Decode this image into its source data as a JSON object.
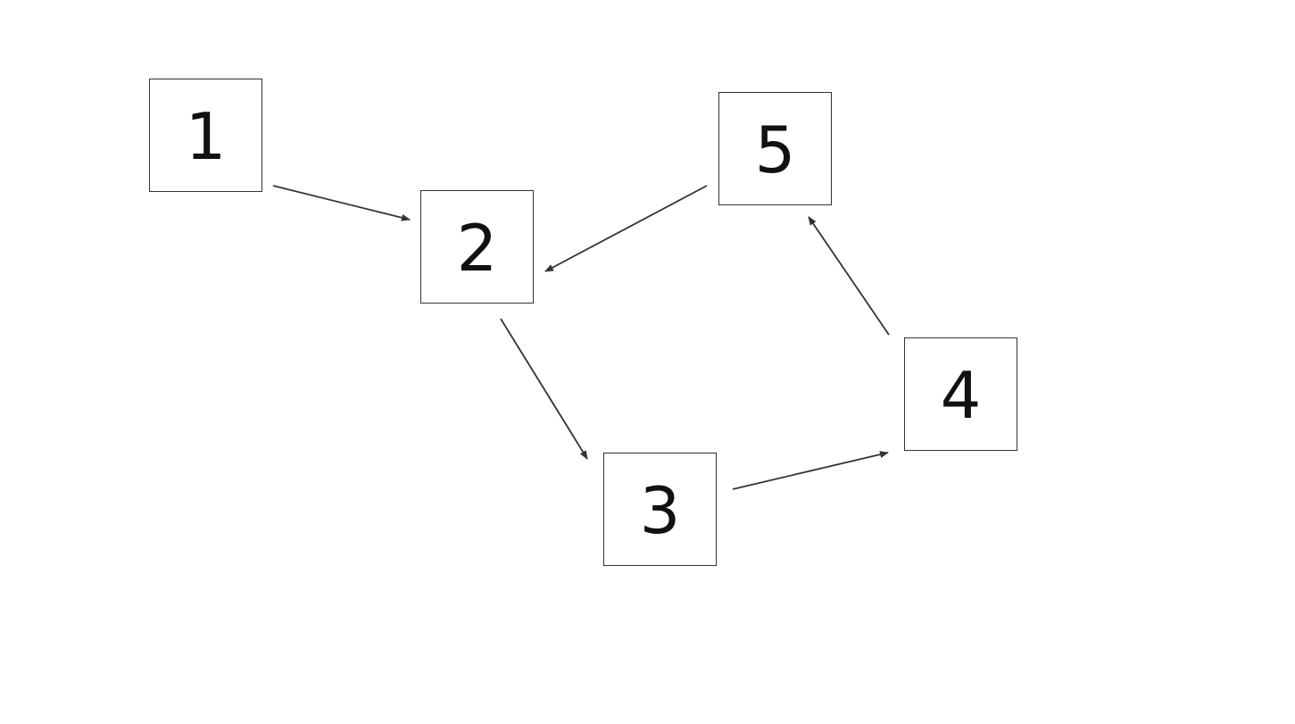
{
  "nodes": [
    {
      "id": "1",
      "label": "1"
    },
    {
      "id": "2",
      "label": "2"
    },
    {
      "id": "3",
      "label": "3"
    },
    {
      "id": "4",
      "label": "4"
    },
    {
      "id": "5",
      "label": "5"
    }
  ],
  "edges": [
    {
      "from": "1",
      "to": "2"
    },
    {
      "from": "2",
      "to": "3"
    },
    {
      "from": "3",
      "to": "4"
    },
    {
      "from": "4",
      "to": "5"
    },
    {
      "from": "5",
      "to": "2"
    }
  ],
  "colors": {
    "stroke": "#333333",
    "text": "#111111",
    "background": "#ffffff"
  }
}
